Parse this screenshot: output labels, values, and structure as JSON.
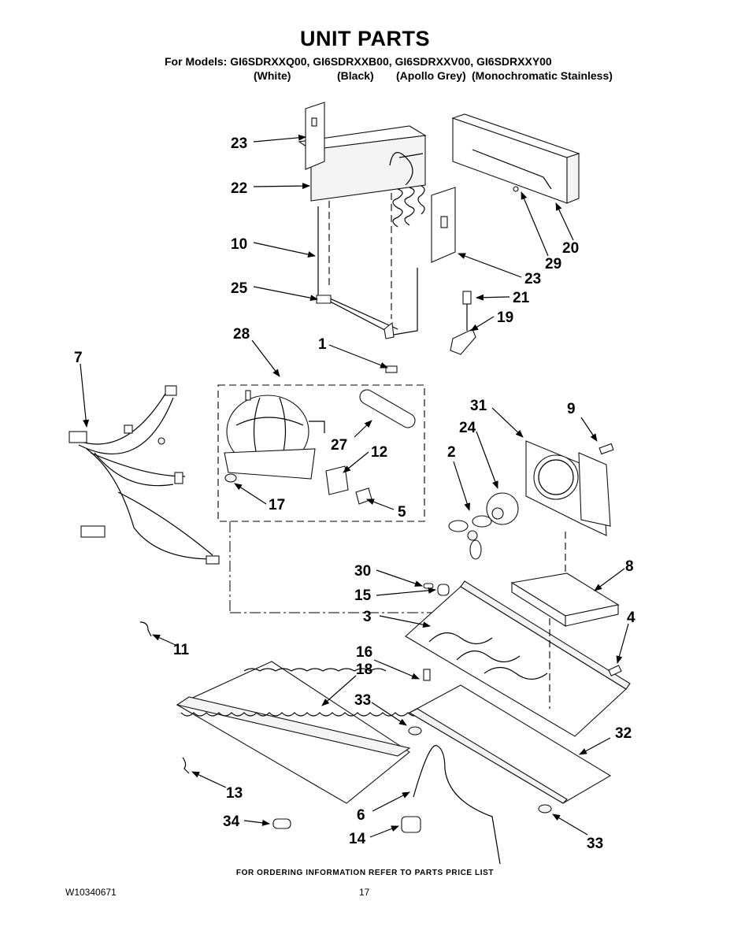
{
  "header": {
    "title": "UNIT PARTS",
    "models_line": "For Models: GI6SDRXXQ00, GI6SDRXXB00, GI6SDRXXV00, GI6SDRXXY00",
    "colors": [
      "(White)",
      "(Black)",
      "(Apollo Grey)",
      "(Monochromatic Stainless)"
    ]
  },
  "callouts": [
    {
      "id": "c23a",
      "label": "23"
    },
    {
      "id": "c22",
      "label": "22"
    },
    {
      "id": "c10",
      "label": "10"
    },
    {
      "id": "c25",
      "label": "25"
    },
    {
      "id": "c28",
      "label": "28"
    },
    {
      "id": "c1",
      "label": "1"
    },
    {
      "id": "c7",
      "label": "7"
    },
    {
      "id": "c27",
      "label": "27"
    },
    {
      "id": "c12",
      "label": "12"
    },
    {
      "id": "c17",
      "label": "17"
    },
    {
      "id": "c5",
      "label": "5"
    },
    {
      "id": "c20",
      "label": "20"
    },
    {
      "id": "c29",
      "label": "29"
    },
    {
      "id": "c23b",
      "label": "23"
    },
    {
      "id": "c21",
      "label": "21"
    },
    {
      "id": "c19",
      "label": "19"
    },
    {
      "id": "c31",
      "label": "31"
    },
    {
      "id": "c9",
      "label": "9"
    },
    {
      "id": "c24",
      "label": "24"
    },
    {
      "id": "c2",
      "label": "2"
    },
    {
      "id": "c8",
      "label": "8"
    },
    {
      "id": "c30",
      "label": "30"
    },
    {
      "id": "c15",
      "label": "15"
    },
    {
      "id": "c3",
      "label": "3"
    },
    {
      "id": "c4",
      "label": "4"
    },
    {
      "id": "c11",
      "label": "11"
    },
    {
      "id": "c16",
      "label": "16"
    },
    {
      "id": "c18",
      "label": "18"
    },
    {
      "id": "c33a",
      "label": "33"
    },
    {
      "id": "c32",
      "label": "32"
    },
    {
      "id": "c13",
      "label": "13"
    },
    {
      "id": "c6",
      "label": "6"
    },
    {
      "id": "c34",
      "label": "34"
    },
    {
      "id": "c14",
      "label": "14"
    },
    {
      "id": "c33b",
      "label": "33"
    }
  ],
  "footer": {
    "note": "FOR ORDERING INFORMATION REFER TO PARTS PRICE LIST",
    "doc_number": "W10340671",
    "page_number": "17"
  }
}
